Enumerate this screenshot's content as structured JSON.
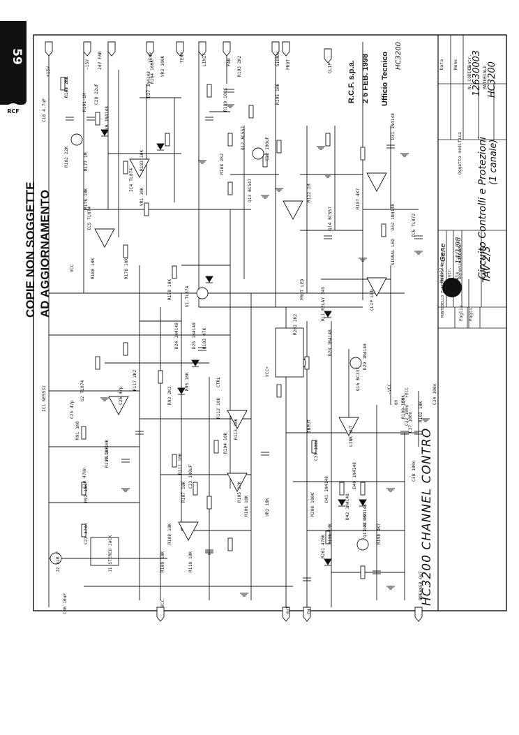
{
  "page_number": "59",
  "tab_logo": "RCF",
  "stamp": {
    "line1": "COPIE NON SOGGETTE",
    "line2": "AD AGGIORNAMENTO"
  },
  "company_stamp": {
    "name": "R.C.F. s.p.a.",
    "date": "2 6 FEB. 1998",
    "office": "Ufficio Tecnico"
  },
  "handwritten": {
    "model_title": "HC3200 CHANNEL CONTRO",
    "corner_ref": "HC3200"
  },
  "title_block": {
    "headers": [
      "Data",
      "Nome",
      "Contr."
    ],
    "ncodice_label": "N. CODICE",
    "ncodice_value": "12630003",
    "materiale_label": "MATERIALE",
    "materiale_value": "HC3200",
    "oggetto_label": "Oggetto modifica",
    "denominazione_label": "Denominazione",
    "denominazione_value": "Circuito Controlli e Protezioni",
    "canale": "(1 canale)",
    "modello_label": "Modello",
    "modello_value": "Gene",
    "contr_label": "Contr.",
    "data_label": "Data",
    "data_value": "14/1/98",
    "tav": "TAV 2/3",
    "logo": "RCF",
    "company": "MONTEBELLO ELETTRONICA REGGIO E.",
    "foglio": "Foglio",
    "fogli": "Fogli"
  },
  "component_labels": [
    "R138 10K",
    "C18 4.7uF",
    "R191 1M",
    "C28 22uF",
    "D30 1N4148",
    "R182 22K",
    "R177 1M",
    "IC5 TL074",
    "R176 10K",
    "R178 10K",
    "R180 10K",
    "VR1 10K",
    "R183 10K",
    "R184 100K",
    "D27 1N4148",
    "IC4 TL074",
    "Q12 BC557",
    "Q13 BC547",
    "R188 2K2",
    "R189 100K",
    "R193 2K2",
    "R195 10K",
    "D31 1N4148",
    "C22 100uF",
    "R197 4K7",
    "D32 1N4148",
    "VR3 100K",
    "R122 1M",
    "Q14 BC557",
    "IC6 TL072",
    "R192 10K",
    "C32 100n",
    "C34 100n",
    "C36 10uF",
    "R158 10K",
    "U1 TL074",
    "U2 TL074",
    "IC1 NE5532",
    "C25 47p",
    "C26 47p",
    "R117 2K2",
    "R118 10K",
    "R119 10K",
    "C23 470n",
    "C24 470n",
    "R91 1K0",
    "R92 10K",
    "R93 2K2",
    "R95 10K",
    "D24 1N4148",
    "D25 1N4148",
    "R103 47K",
    "R104 10K",
    "C33 100uF",
    "R105 22K",
    "R106 10K",
    "R107 10K",
    "R108 10K",
    "R109 10K",
    "R110 10K",
    "R111 10K",
    "R112 10K",
    "R113 10K",
    "VR2 10K",
    "J1 STEREO JACK",
    "J2 XLR F",
    "D40 1N4148",
    "D41 1N4148",
    "D42 1N4148",
    "D43 1N4148",
    "Q17 BC337",
    "R196 10K",
    "R198 4K7",
    "R199 100K",
    "C37 100n",
    "C38 100n",
    "C39 100n",
    "R200 100K",
    "R201 470K",
    "R202 2K2",
    "RL1 RELAY 24V",
    "D28 1N4148",
    "D29 1N4148",
    "Q16 BC337",
    "R147 2K2"
  ],
  "net_labels": [
    "+15V",
    "-15V",
    "24V FAN",
    "TEMP",
    "TEMP",
    "LIMIT",
    "FAN",
    "SIGNAL",
    "PROT",
    "CLIP",
    "OUT",
    "IN",
    "VCC",
    "VCC",
    "VCC",
    "CTRL",
    "INPUT",
    "LINK OUT",
    "CLIP LED",
    "SIGNAL LED",
    "PROT LED",
    "SPEAKER OUT",
    "VCC+",
    "-VCC",
    "+VCC",
    "-15V",
    "0V"
  ]
}
